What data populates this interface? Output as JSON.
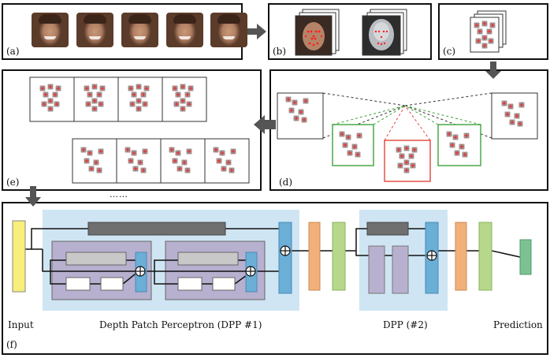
{
  "panels": {
    "a": "(a)",
    "b": "(b)",
    "c": "(c)",
    "d": "(d)",
    "e": "(e)",
    "f": "(f)"
  },
  "network": {
    "input_label": "Input",
    "dpp1_label": "Depth Patch Perceptron (DPP #1)",
    "dpp2_label": "DPP (#2)",
    "prediction_label": "Prediction"
  },
  "ellipsis": "……",
  "colors": {
    "input": "#f8ee7a",
    "dpp_bg": "#cfe5f3",
    "block_bg": "#b7b0cf",
    "dark_bar": "#6f6f6f",
    "light_bar": "#c8c8c8",
    "blue": "#6baed6",
    "orange": "#f2b07a",
    "green": "#b7d88a",
    "pred": "#7cc192",
    "green_box": "#3ca23c",
    "red_box": "#e0443c"
  }
}
